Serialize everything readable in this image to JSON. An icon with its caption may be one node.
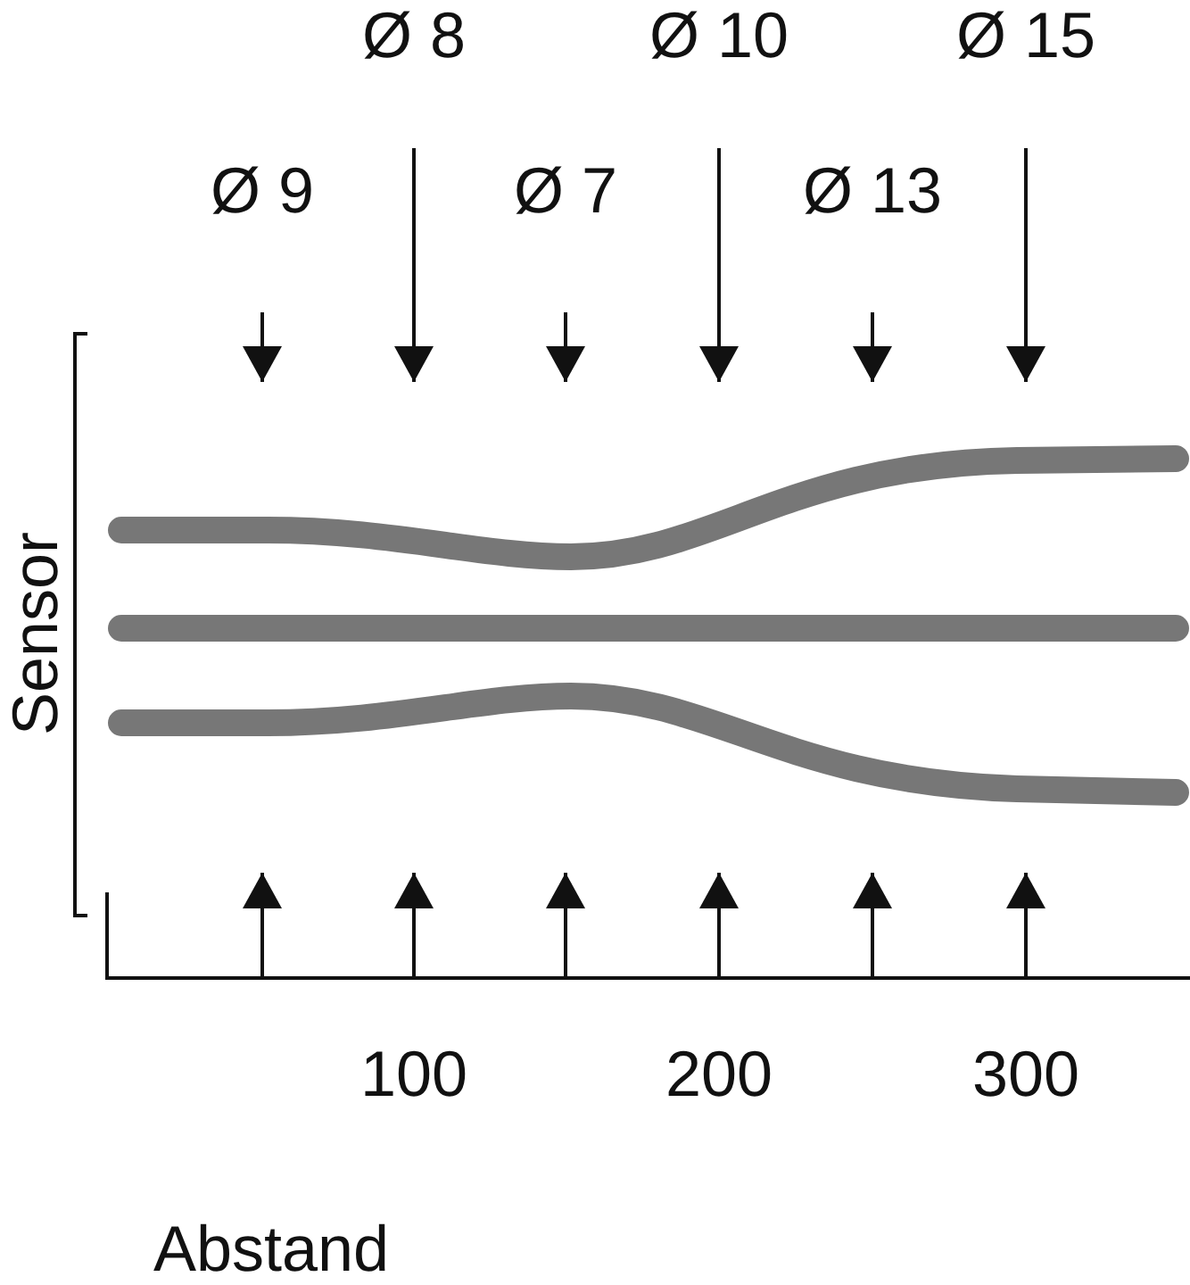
{
  "diagram": {
    "labels": [
      "Ø 8",
      "Ø 10",
      "Ø 15",
      "Ø 9",
      "Ø 7",
      "Ø 13",
      "Sensor",
      "100",
      "200",
      "300",
      "Abstand"
    ]
  }
}
